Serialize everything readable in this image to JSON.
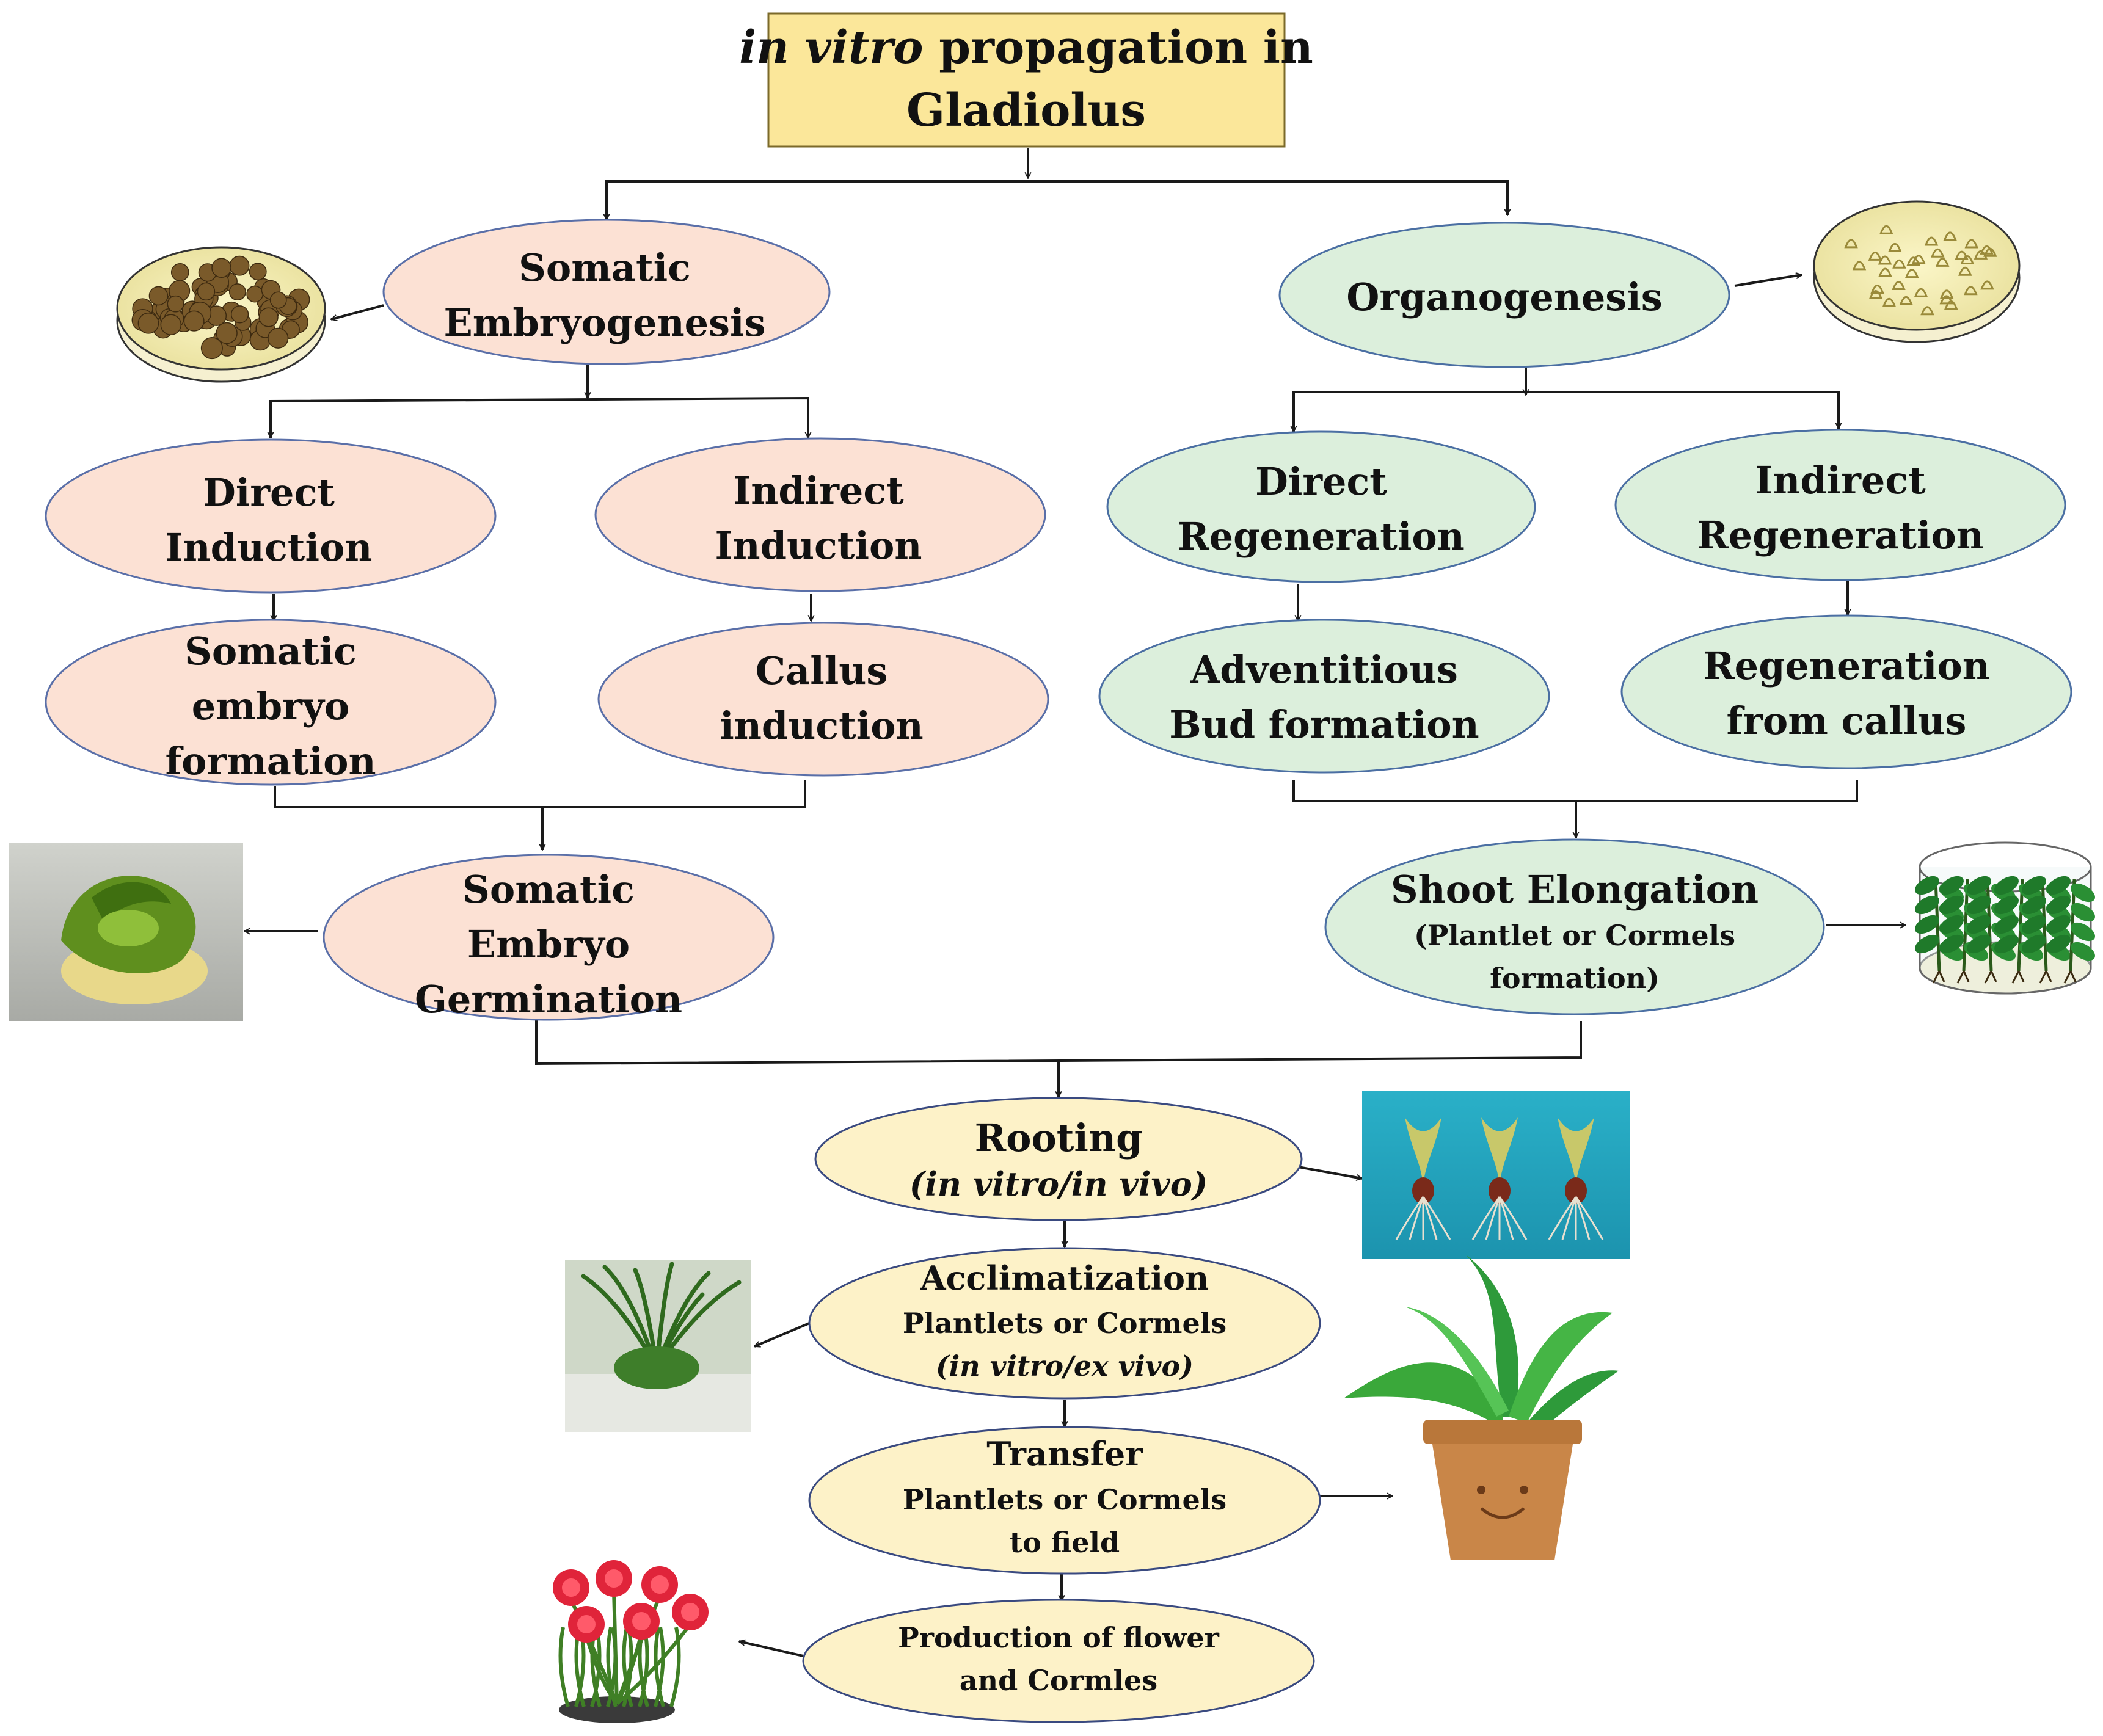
{
  "colors": {
    "title_fill": "#fbe79a",
    "title_border": "#7b6a2a",
    "pink_fill": "#fce1d4",
    "pink_border": "#5a6fa8",
    "green_fill": "#dcefdc",
    "green_border": "#4b6fa3",
    "yellow_fill": "#fdf2c8",
    "yellow_border": "#3a4a80"
  },
  "title": {
    "line1_italic": "in vitro",
    "line1_rest": " propagation in",
    "line2": "Gladiolus"
  },
  "somatic": {
    "main": [
      "Somatic",
      "Embryogenesis"
    ],
    "direct_induction": [
      "Direct",
      "Induction"
    ],
    "indirect_induction": [
      "Indirect",
      "Induction"
    ],
    "embryo_formation": [
      "Somatic",
      "embryo",
      "formation"
    ],
    "callus_induction": [
      "Callus",
      "induction"
    ],
    "germination": [
      "Somatic",
      "Embryo",
      "Germination"
    ]
  },
  "organo": {
    "main": "Organogenesis",
    "direct_regeneration": [
      "Direct",
      "Regeneration"
    ],
    "indirect_regeneration": [
      "Indirect",
      "Regeneration"
    ],
    "bud_formation": [
      "Adventitious",
      "Bud formation"
    ],
    "regen_callus": [
      "Regeneration",
      "from callus"
    ],
    "shoot": {
      "line1": "Shoot Elongation",
      "line2": "(Plantlet or Cormels",
      "line3": "formation)"
    }
  },
  "rooting": {
    "line1": "Rooting",
    "line2": "(in vitro/in vivo)"
  },
  "acclimatization": {
    "line1": "Acclimatization",
    "line2": "Plantlets or Cormels",
    "line3": "(in vitro/ex vivo)"
  },
  "transfer": {
    "line1": "Transfer",
    "line2": "Plantlets or Cormels",
    "line3": "to field"
  },
  "production": {
    "line1": "Production of flower",
    "line2": "and Cormles"
  },
  "icons": [
    "petri-dish-embryos-icon",
    "petri-dish-shoots-icon",
    "germinating-embryo-photo",
    "plantlets-jar-icon",
    "rooted-plantlets-photo",
    "acclimatized-plant-photo",
    "potted-plant-icon",
    "flowering-plant-icon"
  ]
}
